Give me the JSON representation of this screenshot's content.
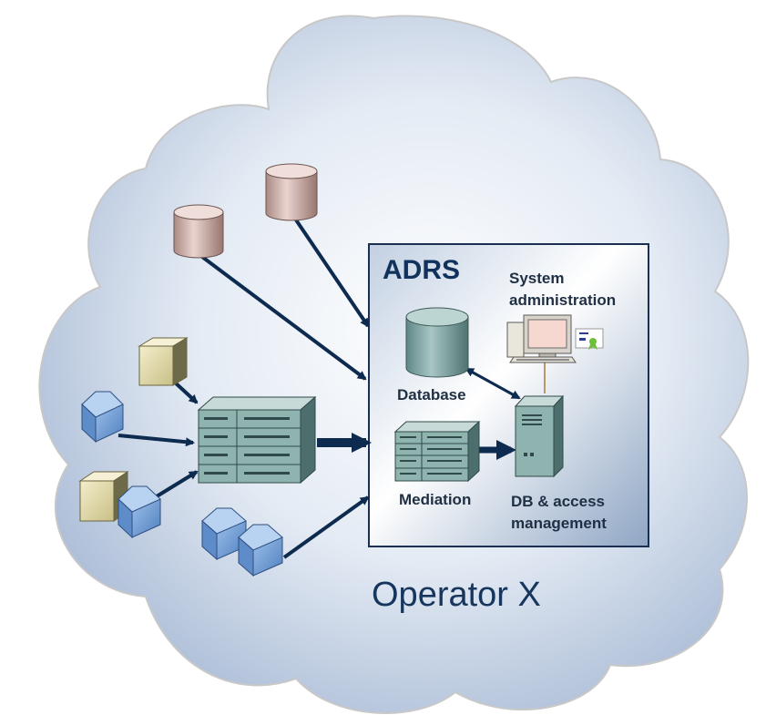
{
  "title": "ADRS",
  "labels": {
    "system_admin_line1": "System",
    "system_admin_line2": "administration",
    "database": "Database",
    "mediation": "Mediation",
    "db_access_line1": "DB & access",
    "db_access_line2": "management",
    "operator": "Operator X"
  },
  "colors": {
    "cloud_fill_center": "#ffffff",
    "cloud_fill_edge": "#aebfd8",
    "cloud_stroke": "#c8c8c8",
    "adrs_box_stroke": "#1a2f52",
    "arrow": "#0d2a4f",
    "db_teal": "#7ea4a2",
    "db_pink": "#c9a8a2",
    "server_teal": "#8fb4b0",
    "cube_blue": "#6f9bd0",
    "cube_khaki": "#e4dcae",
    "text_dark": "#1f2f44",
    "title_blue": "#12325e"
  },
  "icons": [
    "pink-database-icon",
    "teal-database-icon",
    "rack-server-icon",
    "tower-server-icon",
    "workstation-icon",
    "blue-cube-icon",
    "khaki-cube-icon",
    "certificate-icon"
  ]
}
